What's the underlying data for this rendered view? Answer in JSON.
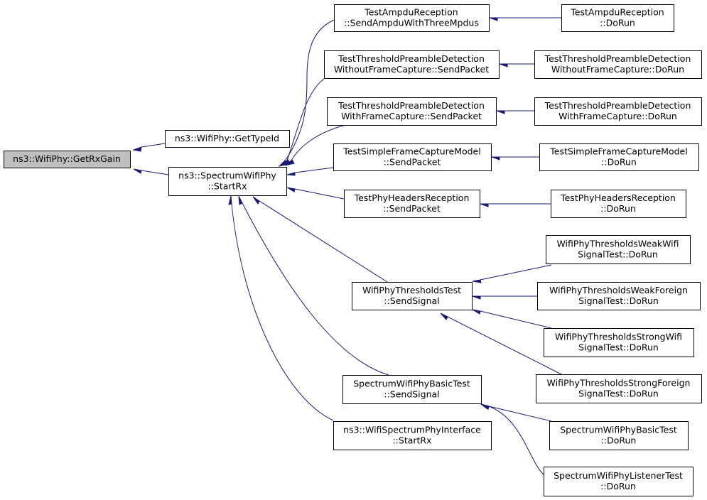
{
  "colors": {
    "edge": "#191970",
    "node_fill": "#ffffff",
    "root_fill": "#bfbfbf",
    "border": "#000000"
  },
  "nodes": [
    {
      "id": "getrxgain",
      "lines": [
        "ns3::WifiPhy::GetRxGain"
      ],
      "highlight": true
    },
    {
      "id": "gettypeid",
      "lines": [
        "ns3::WifiPhy::GetTypeId"
      ]
    },
    {
      "id": "startrx",
      "lines": [
        "ns3::SpectrumWifiPhy",
        "::StartRx"
      ]
    },
    {
      "id": "ampdu-send",
      "lines": [
        "TestAmpduReception",
        "::SendAmpduWithThreeMpdus"
      ]
    },
    {
      "id": "ampdu-run",
      "lines": [
        "TestAmpduReception",
        "::DoRun"
      ]
    },
    {
      "id": "tpd-wo-send",
      "lines": [
        "TestThresholdPreambleDetection",
        "WithoutFrameCapture::SendPacket"
      ]
    },
    {
      "id": "tpd-wo-run",
      "lines": [
        "TestThresholdPreambleDetection",
        "WithoutFrameCapture::DoRun"
      ]
    },
    {
      "id": "tpd-w-send",
      "lines": [
        "TestThresholdPreambleDetection",
        "WithFrameCapture::SendPacket"
      ]
    },
    {
      "id": "tpd-w-run",
      "lines": [
        "TestThresholdPreambleDetection",
        "WithFrameCapture::DoRun"
      ]
    },
    {
      "id": "sfc-send",
      "lines": [
        "TestSimpleFrameCaptureModel",
        "::SendPacket"
      ]
    },
    {
      "id": "sfc-run",
      "lines": [
        "TestSimpleFrameCaptureModel",
        "::DoRun"
      ]
    },
    {
      "id": "phr-send",
      "lines": [
        "TestPhyHeadersReception",
        "::SendPacket"
      ]
    },
    {
      "id": "phr-run",
      "lines": [
        "TestPhyHeadersReception",
        "::DoRun"
      ]
    },
    {
      "id": "wpt-weakwifi",
      "lines": [
        "WifiPhyThresholdsWeakWifi",
        "SignalTest::DoRun"
      ]
    },
    {
      "id": "wpt-send",
      "lines": [
        "WifiPhyThresholdsTest",
        "::SendSignal"
      ]
    },
    {
      "id": "wpt-weakforeign",
      "lines": [
        "WifiPhyThresholdsWeakForeign",
        "SignalTest::DoRun"
      ]
    },
    {
      "id": "wpt-strongwifi",
      "lines": [
        "WifiPhyThresholdsStrongWifi",
        "SignalTest::DoRun"
      ]
    },
    {
      "id": "wpt-strongforeign",
      "lines": [
        "WifiPhyThresholdsStrongForeign",
        "SignalTest::DoRun"
      ]
    },
    {
      "id": "swpb-send",
      "lines": [
        "SpectrumWifiPhyBasicTest",
        "::SendSignal"
      ]
    },
    {
      "id": "swpb-run",
      "lines": [
        "SpectrumWifiPhyBasicTest",
        "::DoRun"
      ]
    },
    {
      "id": "wspi-startrx",
      "lines": [
        "ns3::WifiSpectrumPhyInterface",
        "::StartRx"
      ]
    },
    {
      "id": "swpl-run",
      "lines": [
        "SpectrumWifiPhyListenerTest",
        "::DoRun"
      ]
    }
  ],
  "edges": [
    {
      "from": "gettypeid",
      "to": "getrxgain"
    },
    {
      "from": "startrx",
      "to": "getrxgain"
    },
    {
      "from": "ampdu-send",
      "to": "startrx"
    },
    {
      "from": "tpd-wo-send",
      "to": "startrx"
    },
    {
      "from": "tpd-w-send",
      "to": "startrx"
    },
    {
      "from": "sfc-send",
      "to": "startrx"
    },
    {
      "from": "phr-send",
      "to": "startrx"
    },
    {
      "from": "wpt-send",
      "to": "startrx"
    },
    {
      "from": "swpb-send",
      "to": "startrx"
    },
    {
      "from": "wspi-startrx",
      "to": "startrx"
    },
    {
      "from": "ampdu-run",
      "to": "ampdu-send"
    },
    {
      "from": "tpd-wo-run",
      "to": "tpd-wo-send"
    },
    {
      "from": "tpd-w-run",
      "to": "tpd-w-send"
    },
    {
      "from": "sfc-run",
      "to": "sfc-send"
    },
    {
      "from": "phr-run",
      "to": "phr-send"
    },
    {
      "from": "wpt-weakwifi",
      "to": "wpt-send"
    },
    {
      "from": "wpt-weakforeign",
      "to": "wpt-send"
    },
    {
      "from": "wpt-strongwifi",
      "to": "wpt-send"
    },
    {
      "from": "wpt-strongforeign",
      "to": "wpt-send"
    },
    {
      "from": "swpb-run",
      "to": "swpb-send"
    },
    {
      "from": "swpl-run",
      "to": "swpb-send"
    }
  ]
}
